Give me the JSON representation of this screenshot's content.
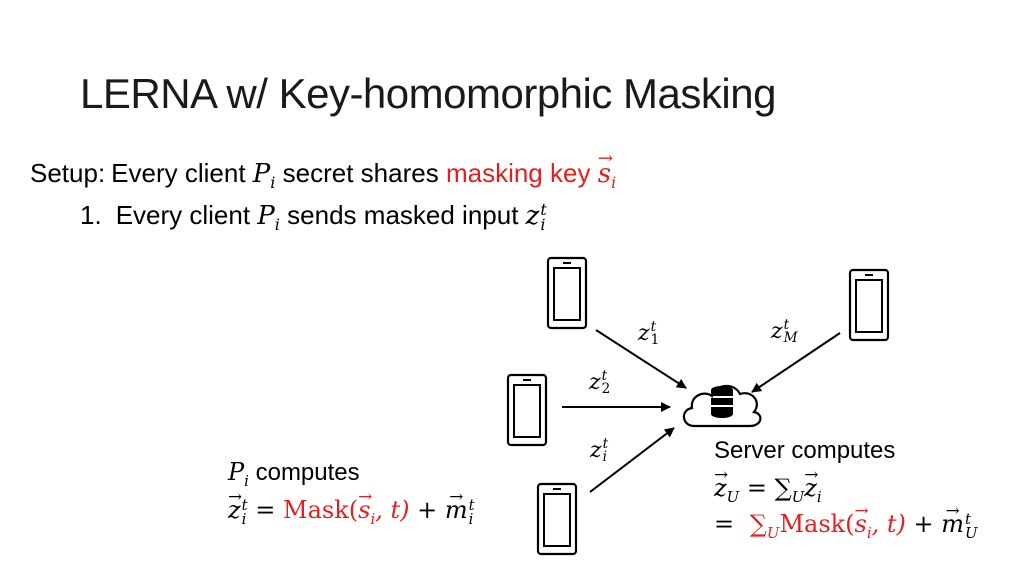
{
  "title": "LERNA w/ Key-homomorphic Masking",
  "setup": {
    "label": "Setup:",
    "text_a": "Every client ",
    "var_p": "P",
    "sub_i": "i",
    "text_b": " secret shares ",
    "red_text": "masking key ",
    "var_s": "s"
  },
  "step1": {
    "number": "1.",
    "text_a": "Every client ",
    "var_p": "P",
    "sub_i": "i",
    "text_b": " sends masked input ",
    "var_z": "z",
    "sup_t": "t"
  },
  "edge_labels": {
    "z1": {
      "base": "z",
      "sup": "t",
      "sub": "1"
    },
    "z2": {
      "base": "z",
      "sup": "t",
      "sub": "2"
    },
    "zi": {
      "base": "z",
      "sup": "t",
      "sub": "i"
    },
    "zM": {
      "base": "z",
      "sup": "t",
      "sub": "M"
    }
  },
  "client_box": {
    "line1_var": "P",
    "line1_sub": "i",
    "line1_text": " computes",
    "eq_lhs": "z",
    "eq_sup": "t",
    "eq_sub": "i",
    "equals": " = ",
    "mask_fn": "Mask(",
    "mask_args": "s",
    "mask_args_sub": "i",
    "mask_t": ", t)",
    "plus": " + ",
    "m_var": "m",
    "m_sup": "t",
    "m_sub": "i"
  },
  "server_box": {
    "heading": "Server computes",
    "lhs": "z",
    "lhs_sub": "U",
    "eq": " = ",
    "sum": "∑",
    "sum_sub": "U",
    "rhs_var": "z",
    "rhs_sub": "i",
    "line3_eq": "= ",
    "line3_sum": "∑",
    "line3_sum_sub": "U",
    "mask_fn": "Mask(",
    "mask_s": "s",
    "mask_s_sub": "i",
    "mask_t": ", t)",
    "plus": " + ",
    "m_var": "m",
    "m_sup": "t",
    "m_sub": "U"
  },
  "colors": {
    "accent_red": "#e61e1e",
    "text": "#000000"
  },
  "icons": [
    "phone-icon",
    "cloud-database-icon"
  ]
}
